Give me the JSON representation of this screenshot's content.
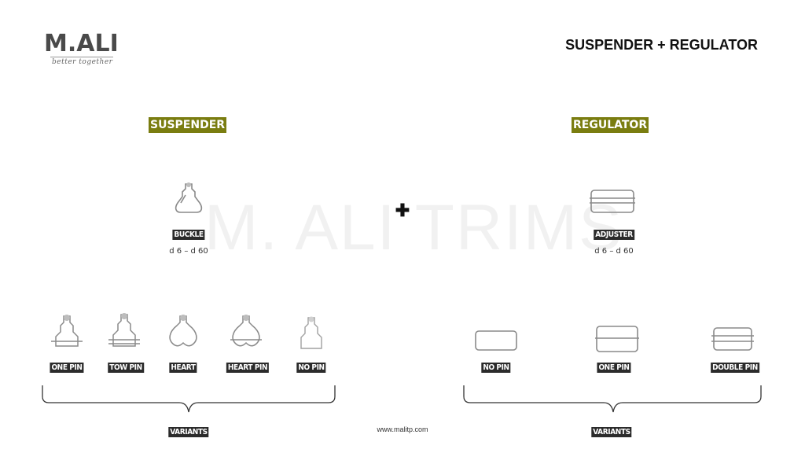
{
  "logo": {
    "text": "M.ALI",
    "tagline": "better together"
  },
  "title": "SUSPENDER + REGULATOR",
  "watermark": "M. ALI TRIMS",
  "plus_symbol": "✚",
  "suspender": {
    "heading": "SUSPENDER",
    "main_item": {
      "label": "BUCKLE",
      "range": "d 6 – d 60"
    },
    "variants": [
      {
        "label": "ONE PIN"
      },
      {
        "label": "TOW PIN"
      },
      {
        "label": "HEART"
      },
      {
        "label": "HEART PIN"
      },
      {
        "label": "NO PIN"
      }
    ],
    "variants_label": "VARIANTS"
  },
  "regulator": {
    "heading": "REGULATOR",
    "main_item": {
      "label": "ADJUSTER",
      "range": "d 6 – d 60"
    },
    "variants": [
      {
        "label": "NO PIN"
      },
      {
        "label": "ONE PIN"
      },
      {
        "label": "DOUBLE PIN"
      }
    ],
    "variants_label": "VARIANTS"
  },
  "footer": {
    "url": "www.malitp.com"
  },
  "colors": {
    "heading_bg": "#7a7d10",
    "tag_bg": "#2b2b2b",
    "metal": "#8a8a8a"
  }
}
